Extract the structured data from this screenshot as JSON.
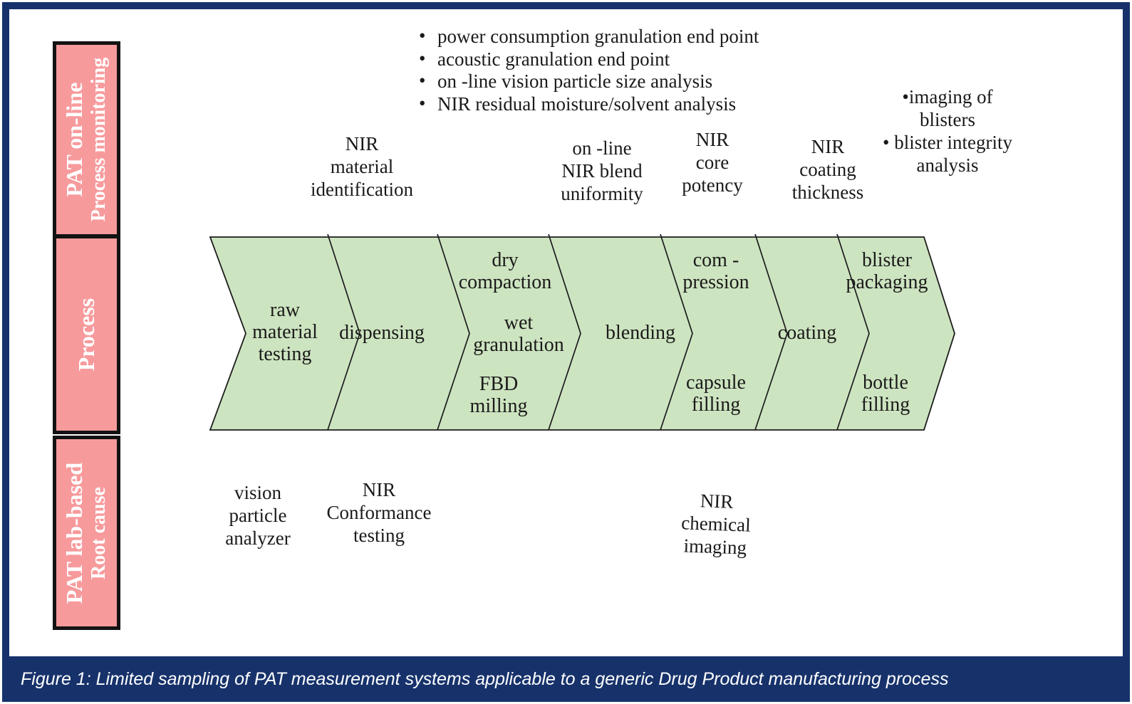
{
  "caption": "Figure 1: Limited sampling of PAT measurement systems applicable to a generic Drug Product manufacturing process",
  "sidebar": {
    "rows": [
      {
        "line1": "PAT on-line",
        "line2": "Process monitoring"
      },
      {
        "line1": "Process"
      },
      {
        "line1": "PAT lab-based",
        "line2": "Root cause"
      }
    ]
  },
  "pat_online": {
    "bullet_list": [
      "power consumption granulation end point",
      "acoustic granulation end point",
      "on -line vision particle size analysis",
      "NIR residual moisture/solvent analysis"
    ],
    "material_id": [
      "NIR",
      "material",
      "identification"
    ],
    "blend_uniformity": [
      "on -line",
      "NIR blend",
      "uniformity"
    ],
    "core_potency": [
      "NIR",
      "core",
      "potency"
    ],
    "coating_thickness": [
      "NIR",
      "coating",
      "thickness"
    ],
    "blister_bullets": [
      [
        "imaging of",
        "blisters"
      ],
      [
        "blister integrity",
        "analysis"
      ]
    ]
  },
  "process_stages": {
    "raw_material": [
      "raw",
      "material",
      "testing"
    ],
    "dispensing": [
      "dispensing"
    ],
    "dry_compaction": [
      "dry",
      "compaction"
    ],
    "wet_granulation": [
      "wet",
      "granulation"
    ],
    "fbd_milling": [
      "FBD",
      "milling"
    ],
    "blending": [
      "blending"
    ],
    "compression": [
      "com -",
      "pression"
    ],
    "capsule_filling": [
      "capsule",
      "filling"
    ],
    "coating": [
      "coating"
    ],
    "blister_packaging": [
      "blister",
      "packaging"
    ],
    "bottle_filling": [
      "bottle",
      "filling"
    ]
  },
  "pat_lab": {
    "vision_particle": [
      "vision",
      "particle",
      "analyzer"
    ],
    "nir_conformance": [
      "NIR",
      "Conformance",
      "testing"
    ],
    "nir_chemical": [
      "NIR",
      "chemical",
      "imaging"
    ]
  },
  "colors": {
    "frame_navy": "#17326b",
    "sidebar_pink": "#f79a9c",
    "band_green": "#cde4c0",
    "outline_black": "#1c1c1c",
    "text_white": "#ffffff"
  }
}
